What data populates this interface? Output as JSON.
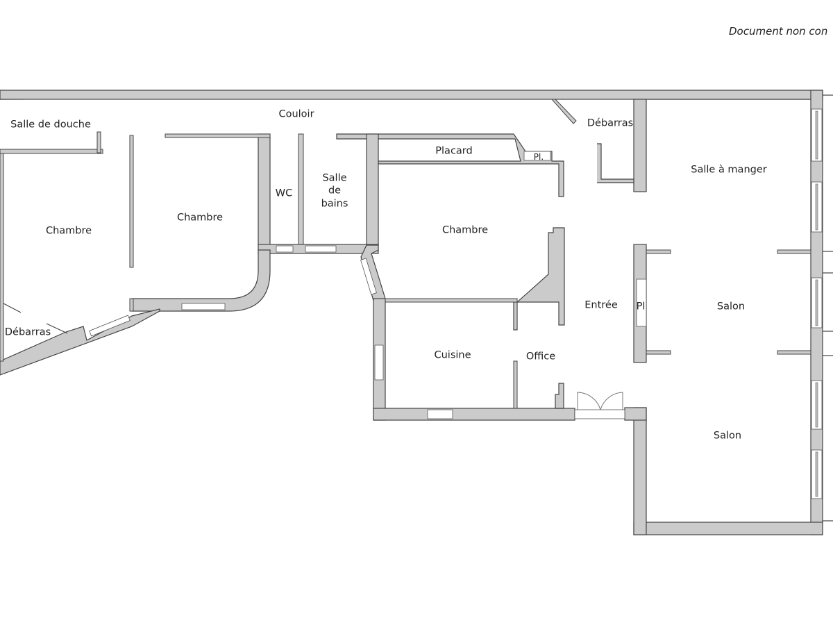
{
  "header": {
    "disclaimer": "Document non con"
  },
  "rooms": {
    "salle_de_douche": "Salle de douche",
    "couloir": "Couloir",
    "debarras_top": "Débarras",
    "chambre_left": "Chambre",
    "chambre_middle": "Chambre",
    "wc": "WC",
    "salle_de_bains_1": "Salle",
    "salle_de_bains_2": "de",
    "salle_de_bains_3": "bains",
    "placard": "Placard",
    "placard_small": "Pl.",
    "chambre_center": "Chambre",
    "salle_a_manger": "Salle à manger",
    "entree": "Entrée",
    "entree_placard": "Pl",
    "salon_upper": "Salon",
    "salon_lower": "Salon",
    "cuisine": "Cuisine",
    "office": "Office",
    "debarras_left": "Débarras"
  },
  "colors": {
    "wall_fill": "#cbcbcb",
    "wall_stroke": "#444444",
    "background": "#ffffff"
  }
}
